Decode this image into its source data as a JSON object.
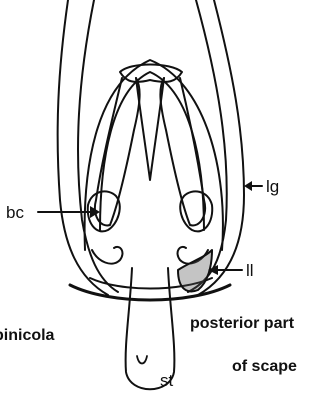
{
  "labels": {
    "bc": "bc",
    "lg": "lg",
    "ll": "ll",
    "st": "st",
    "caption_left": "pinicola",
    "caption_right_line1": "posterior part",
    "caption_right_line2": "of scape"
  }
}
